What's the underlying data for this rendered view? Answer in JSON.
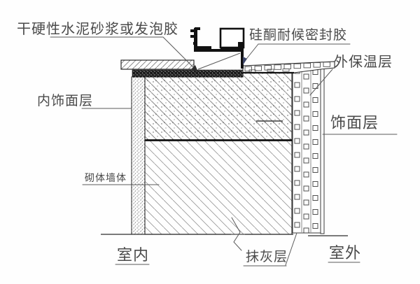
{
  "diagram": {
    "title": "window-sill-wall-construction-detail",
    "labels": {
      "mortar_foam": "干硬性水泥砂浆或发泡胶",
      "sealant": "硅酮耐候密封胶",
      "external_insulation": "外保温层",
      "interior_finish": "内饰面层",
      "exterior_finish": "饰面层",
      "masonry_wall": "砌体墙体",
      "indoor": "室内",
      "plaster": "抹灰层",
      "outdoor": "室外"
    },
    "colors": {
      "outline": "#2b2b2b",
      "hatch": "#8a8a8a",
      "leader": "#5a5a5a",
      "text": "#4a4a4a",
      "sealant_arrow": "#3d4668",
      "mortar_fill": "#1b1b1b",
      "background": "#fefefe"
    }
  }
}
